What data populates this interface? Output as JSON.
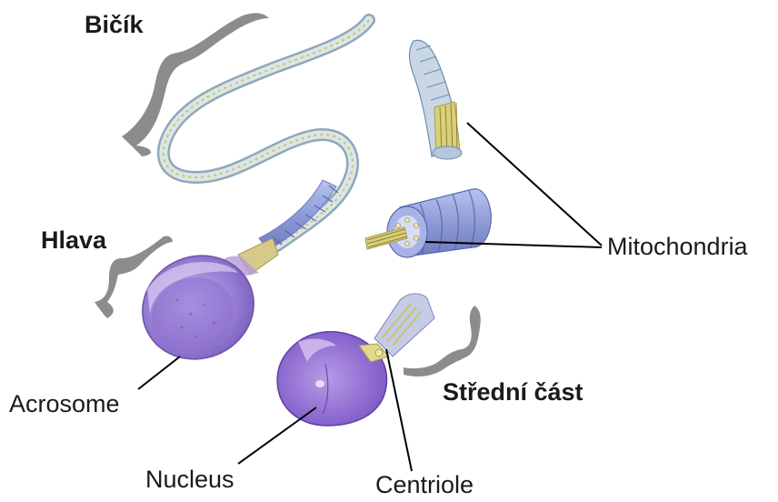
{
  "labels": {
    "flagellum": "Bičík",
    "head": "Hlava",
    "midpiece": "Střední část",
    "mitochondria": "Mitochondria",
    "acrosome": "Acrosome",
    "nucleus": "Nucleus",
    "centriole": "Centriole"
  },
  "colors": {
    "brace": "#8c8c8c",
    "leader_line": "#000000",
    "head_fill": "#9c82d6",
    "head_dark": "#7a5fc0",
    "tail_fill": "#c9d8d8",
    "tail_edge": "#8fa8b8",
    "midpiece_fill": "#8e9ad6",
    "fiber": "#c9c46a"
  },
  "icons": {
    "braces": "curly-brace-icon"
  }
}
